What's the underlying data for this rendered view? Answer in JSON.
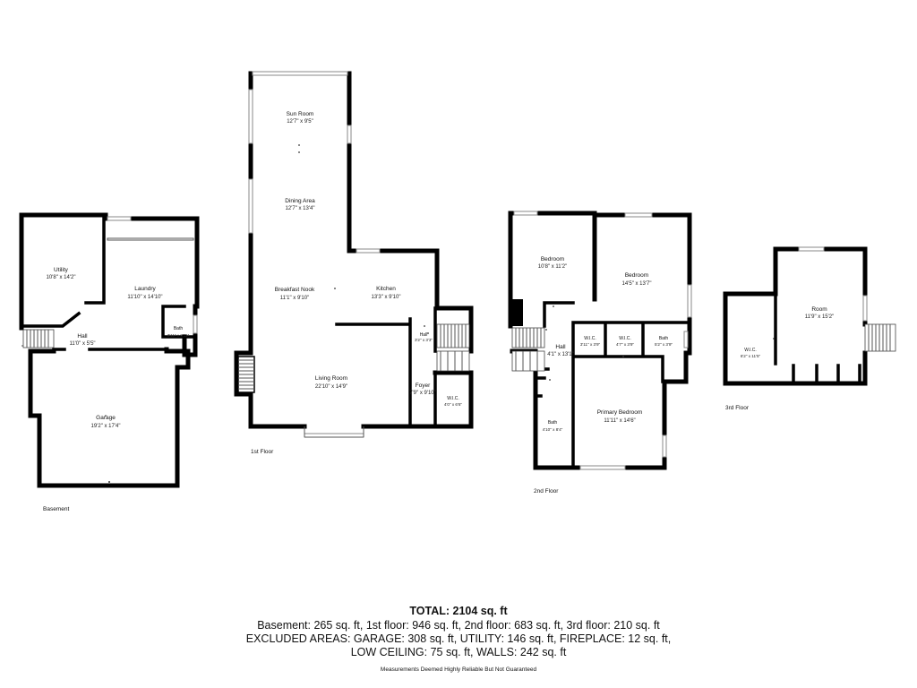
{
  "floors": {
    "basement": {
      "label": "Basement",
      "rooms": {
        "utility": {
          "name": "Utility",
          "dims": "10'8\" x 14'2\""
        },
        "laundry": {
          "name": "Laundry",
          "dims": "11'10\" x 14'10\""
        },
        "hall": {
          "name": "Hall",
          "dims": "11'0\" x 5'5\""
        },
        "bath": {
          "name": "Bath",
          "dims": "3'11\" x 9'11\""
        },
        "garage": {
          "name": "Garage",
          "dims": "19'2\" x 17'4\""
        }
      }
    },
    "first": {
      "label": "1st Floor",
      "rooms": {
        "sun_room": {
          "name": "Sun Room",
          "dims": "12'7\" x 9'5\""
        },
        "dining_area": {
          "name": "Dining Area",
          "dims": "12'7\" x 13'4\""
        },
        "breakfast_nook": {
          "name": "Breakfast Nook",
          "dims": "11'1\" x 9'10\""
        },
        "kitchen": {
          "name": "Kitchen",
          "dims": "13'3\" x 9'10\""
        },
        "hall": {
          "name": "Hall",
          "dims": "3'2\" x 3'3\""
        },
        "living_room": {
          "name": "Living Room",
          "dims": "22'10\" x 14'9\""
        },
        "foyer": {
          "name": "Foyer",
          "dims": "7'9\" x 9'10\""
        },
        "wic": {
          "name": "W.I.C.",
          "dims": "4'0\" x 6'6\""
        }
      }
    },
    "second": {
      "label": "2nd Floor",
      "rooms": {
        "bedroom1": {
          "name": "Bedroom",
          "dims": "10'8\" x 11'2\""
        },
        "bedroom2": {
          "name": "Bedroom",
          "dims": "14'5\" x 13'7\""
        },
        "wic1": {
          "name": "W.I.C.",
          "dims": "3'11\" x 3'9\""
        },
        "wic2": {
          "name": "W.I.C.",
          "dims": "4'7\" x 3'9\""
        },
        "bath1": {
          "name": "Bath",
          "dims": "5'2\" x 3'9\""
        },
        "hall": {
          "name": "Hall",
          "dims": "4'1\" x 13'1\""
        },
        "bath2": {
          "name": "Bath",
          "dims": "4'10\" x 8'4\""
        },
        "primary_bedroom": {
          "name": "Primary Bedroom",
          "dims": "11'11\" x 14'6\""
        }
      }
    },
    "third": {
      "label": "3rd Floor",
      "rooms": {
        "room": {
          "name": "Room",
          "dims": "11'9\" x 15'2\""
        },
        "wic": {
          "name": "W.I.C.",
          "dims": "6'2\" x 11'5\""
        }
      }
    }
  },
  "summary": {
    "total": "TOTAL: 2104 sq. ft",
    "line1": "Basement: 265 sq. ft, 1st floor: 946 sq. ft, 2nd floor: 683 sq. ft, 3rd floor: 210 sq. ft",
    "line2": "EXCLUDED AREAS: GARAGE: 308 sq. ft, UTILITY: 146 sq. ft, FIREPLACE: 12 sq. ft,",
    "line3": "LOW CEILING: 75 sq. ft, WALLS: 242 sq. ft",
    "disclaimer": "Measurements Deemed Highly Reliable But Not Guaranteed"
  }
}
